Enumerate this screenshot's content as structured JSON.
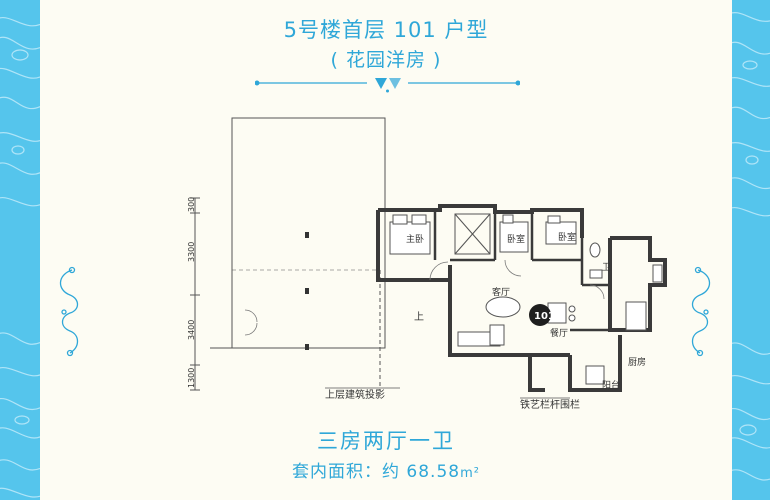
{
  "header": {
    "title": "5号楼首层 101 户型",
    "subtitle": "( 花园洋房 )"
  },
  "plan": {
    "room_labels": {
      "master_bedroom": "主卧",
      "bedroom_2": "卧室",
      "bedroom_3": "卧室",
      "bathroom": "卫",
      "living_room": "客厅",
      "dining_room": "餐厅",
      "kitchen": "厨房",
      "balcony": "阳台",
      "unit_badge": "101",
      "stair_mark": "上"
    },
    "dimensions": [
      "300",
      "3300",
      "3400",
      "1300"
    ],
    "annotations": {
      "upper_projection": "上层建筑投影",
      "iron_fence": "铁艺栏杆围栏"
    }
  },
  "footer": {
    "room_type": "三房两厅一卫",
    "area_label": "套内面积：约 68.58",
    "area_unit": "m²"
  },
  "colors": {
    "accent": "#2fa7d8",
    "border_blue": "#55c5ec",
    "background": "#fdfcf3",
    "wall": "#3a3a3a"
  }
}
